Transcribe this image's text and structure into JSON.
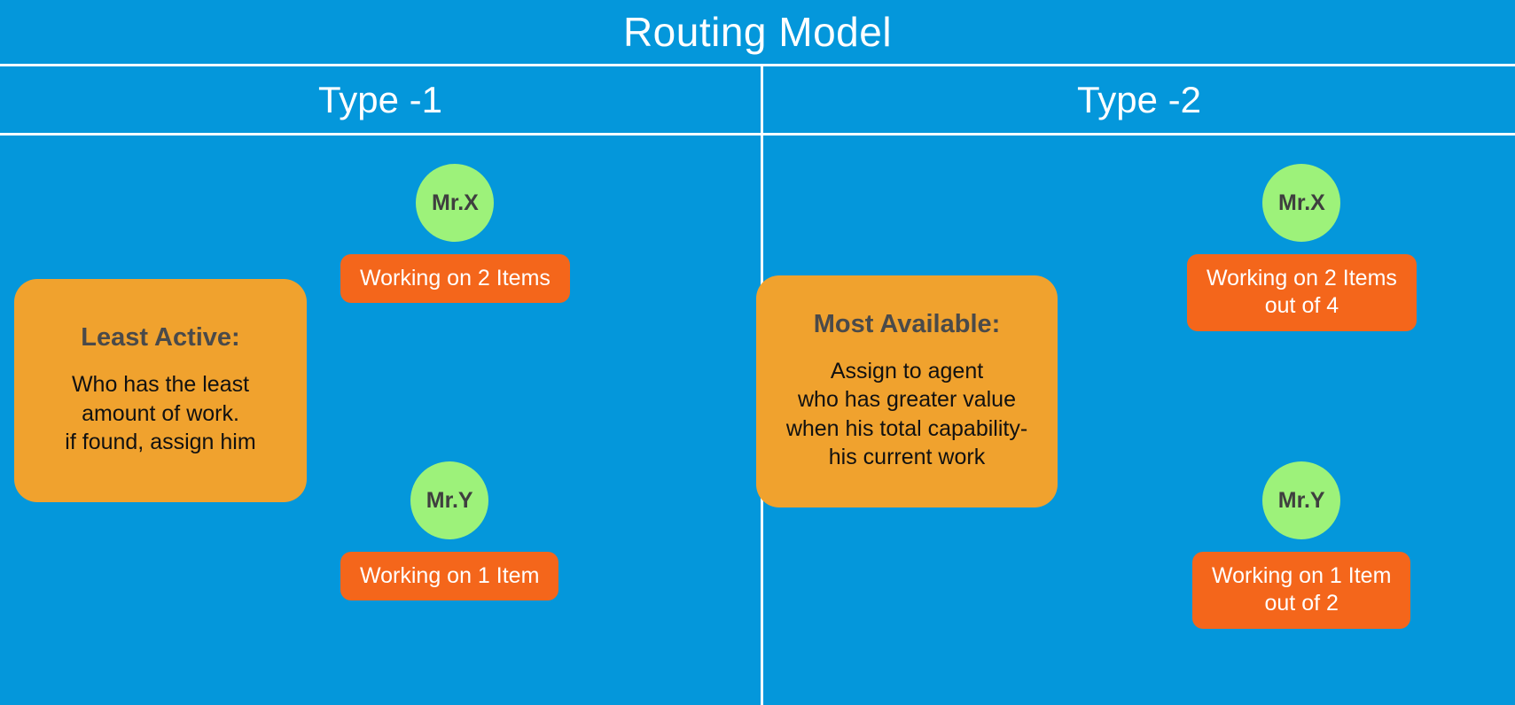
{
  "theme": {
    "background": "#0497db",
    "divider": "#ffffff",
    "card_orange": "#f0a22e",
    "pill_orange": "#f4661b",
    "avatar_green": "#9df27a",
    "title_text": "#ffffff",
    "card_title_text": "#4a4a4a",
    "card_body_text": "#111111"
  },
  "header": {
    "title": "Routing Model"
  },
  "columns": [
    {
      "id": "type-1",
      "heading": "Type -1",
      "card": {
        "title": "Least Active:",
        "body": "Who has the least\namount of work.\nif found, assign him"
      },
      "agents": [
        {
          "name": "Mr.X",
          "status": "Working on 2 Items"
        },
        {
          "name": "Mr.Y",
          "status": "Working on 1 Item"
        }
      ]
    },
    {
      "id": "type-2",
      "heading": "Type -2",
      "card": {
        "title": "Most Available:",
        "body": "Assign to agent\nwho has greater value\nwhen his total capability-\nhis current work"
      },
      "agents": [
        {
          "name": "Mr.X",
          "status": "Working on 2 Items\nout of 4"
        },
        {
          "name": "Mr.Y",
          "status": "Working on 1 Item\nout of 2"
        }
      ]
    }
  ]
}
